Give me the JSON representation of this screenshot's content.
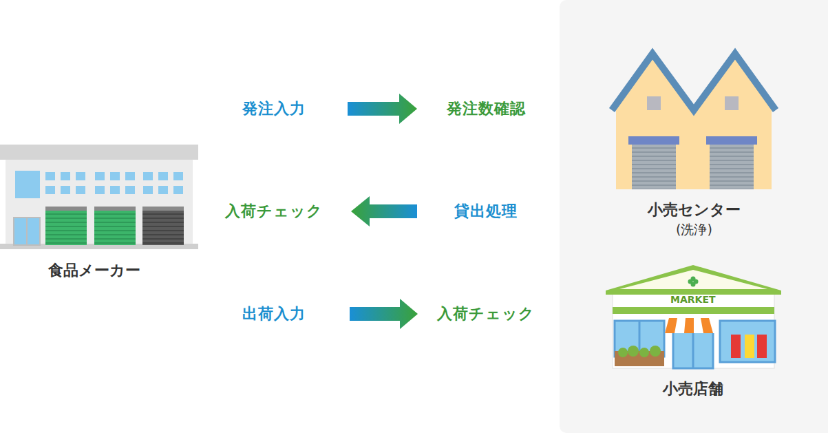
{
  "diagram": {
    "nodes": [
      {
        "text": [
          "食品メーカー"
        ]
      },
      {
        "text": [
          "小売センター",
          "(洗浄)"
        ]
      },
      {
        "text": [
          "小売店舗"
        ]
      }
    ],
    "labels": [
      "発注入力",
      "発注数確認",
      "入荷チェック",
      "貸出処理",
      "出荷入力",
      "入荷チェック",
      "MARKET"
    ]
  }
}
